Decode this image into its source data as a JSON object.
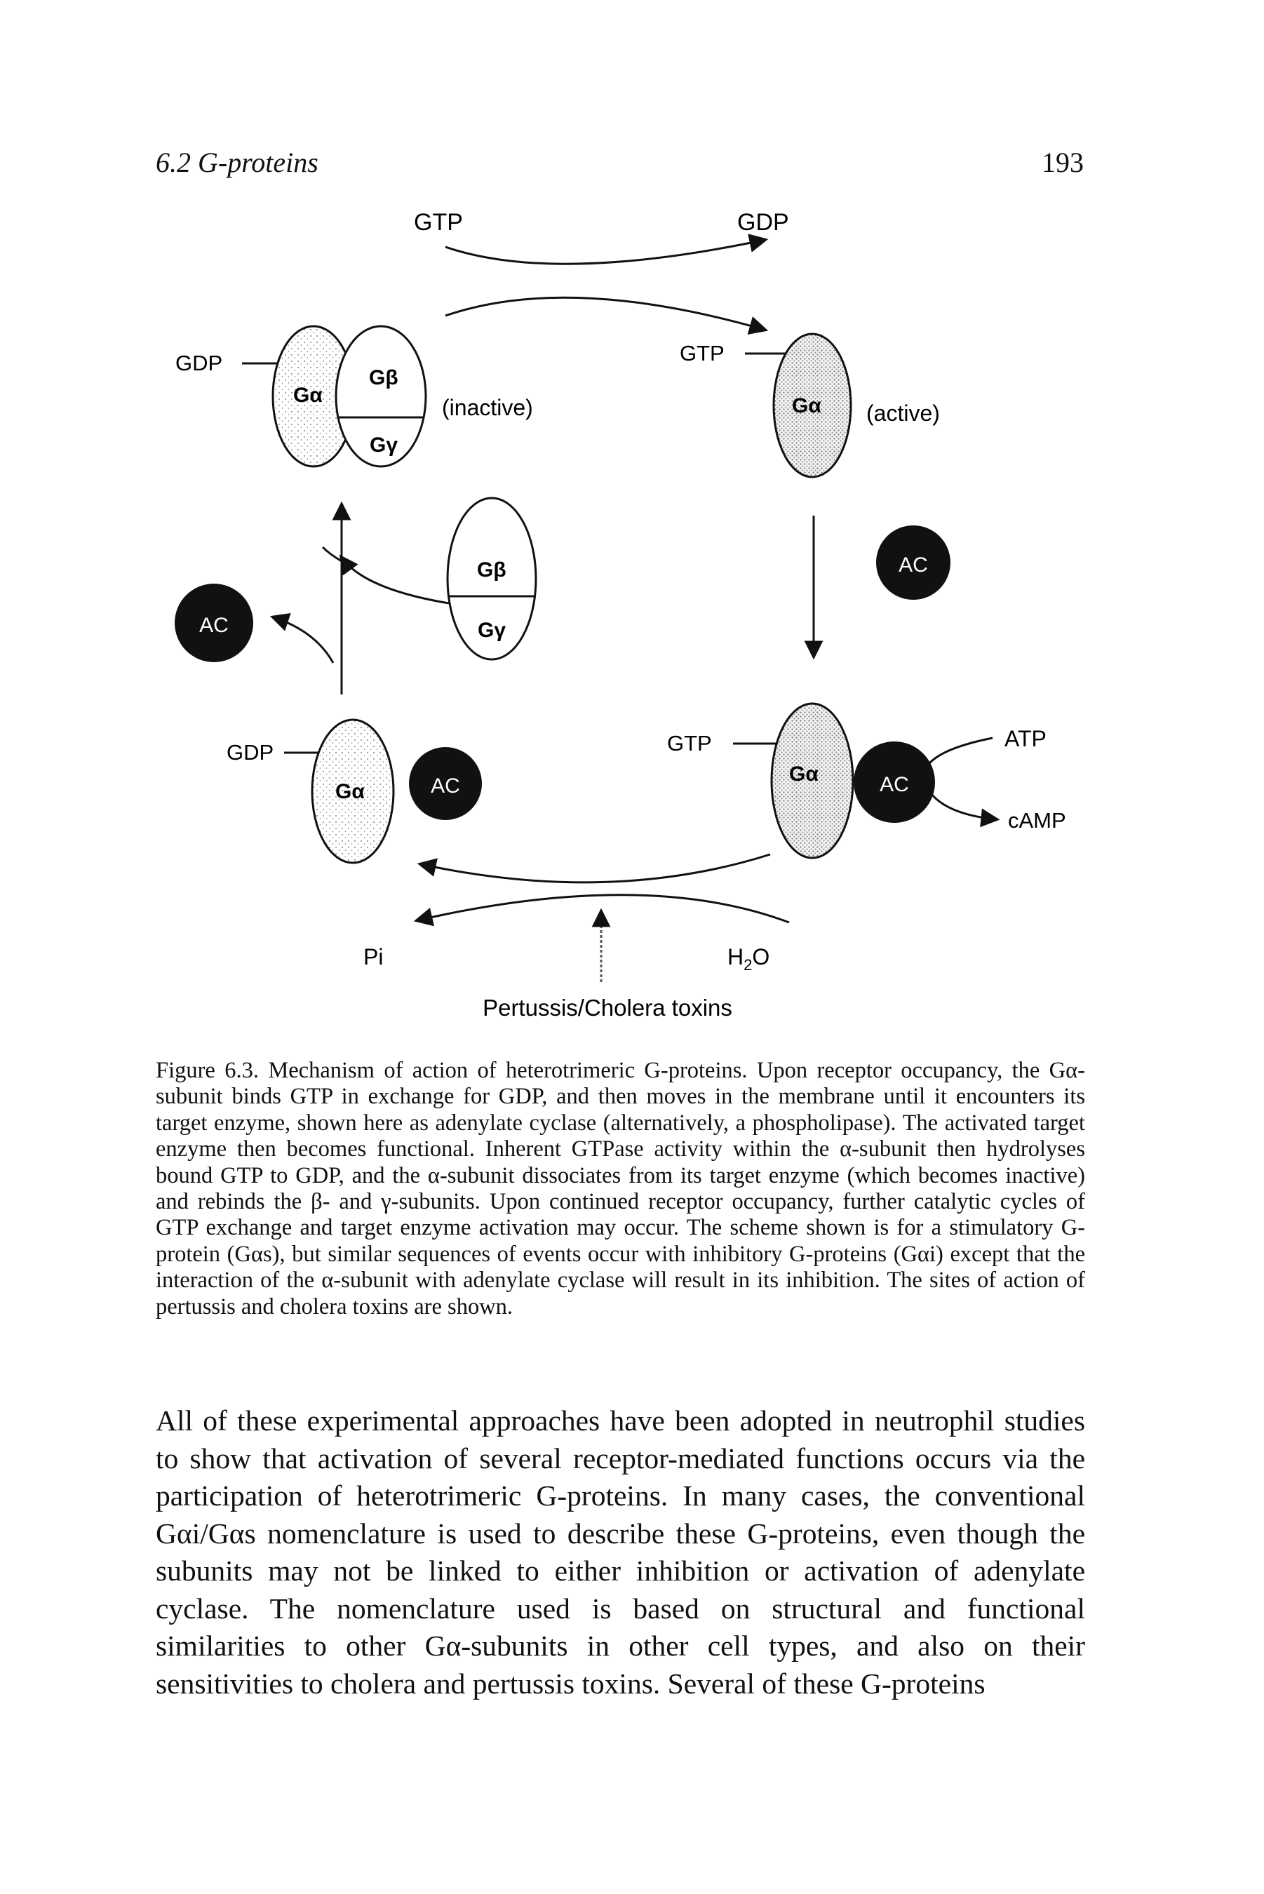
{
  "header": {
    "section": "6.2 G-proteins",
    "page_number": "193"
  },
  "diagram": {
    "top_arrow_left": "GTP",
    "top_arrow_right": "GDP",
    "inactive_gdp": "GDP",
    "inactive_alpha": "Gα",
    "inactive_beta": "Gβ",
    "inactive_gamma": "Gγ",
    "inactive_state": "(inactive)",
    "active_gtp": "GTP",
    "active_alpha": "Gα",
    "active_state": "(active)",
    "free_ac_right": "AC",
    "free_beta": "Gβ",
    "free_gamma": "Gγ",
    "free_ac_left": "AC",
    "bottom_left_gdp": "GDP",
    "bottom_left_alpha": "Gα",
    "bottom_left_ac": "AC",
    "bottom_right_gtp": "GTP",
    "bottom_right_alpha": "Gα",
    "bottom_right_ac": "AC",
    "atp": "ATP",
    "camp": "cAMP",
    "pi": "Pi",
    "h2o_main": "H",
    "h2o_sub": "2",
    "h2o_end": "O",
    "toxins": "Pertussis/Cholera toxins"
  },
  "caption": "Figure 6.3. Mechanism of action of heterotrimeric G-proteins. Upon receptor occupancy, the Gα-subunit binds GTP in exchange for GDP, and then moves in the membrane until it encounters its target enzyme, shown here as adenylate cyclase (alternatively, a phospholipase). The activated target enzyme then becomes functional. Inherent GTPase activity within the α-subunit then hydrolyses bound GTP to GDP, and the α-subunit dissociates from its target enzyme (which becomes inactive) and rebinds the β- and γ-subunits. Upon continued receptor occupancy, further catalytic cycles of GTP exchange and target enzyme activation may occur. The scheme shown is for a stimulatory G-protein (Gαs), but similar sequences of events occur with inhibitory G-proteins (Gαi) except that the interaction of the α-subunit with adenylate cyclase will result in its inhibition. The sites of action of pertussis and cholera toxins are shown.",
  "body_text": "All of these experimental approaches have been adopted in neutrophil studies to show that activation of several receptor-mediated functions occurs via the participation of heterotrimeric G-proteins. In many cases, the conventional Gαi/Gαs nomenclature is used to describe these G-proteins, even though the subunits may not be linked to either inhibition or activation of adenylate cyclase. The nomenclature used is based on structural and functional similarities to other Gα-subunits in other cell types, and also on their sensitivities to cholera and pertussis toxins. Several of these G-proteins"
}
